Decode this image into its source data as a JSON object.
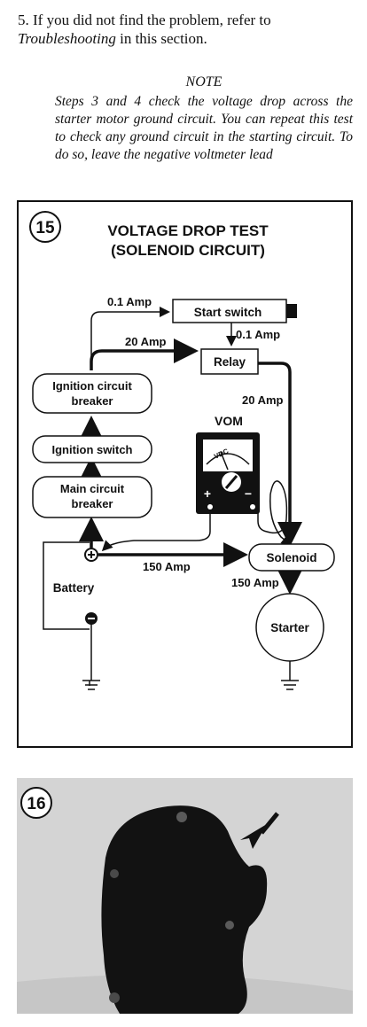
{
  "text": {
    "step5_number": "5.",
    "step5_a": " If you did not find the problem, refer to ",
    "step5_link": "Troubleshooting",
    "step5_b": " in this section.",
    "note_heading": "NOTE",
    "note_body": "Steps 3 and 4 check the voltage drop across the starter motor ground circuit. You can repeat this test to check any ground circuit in the starting circuit. To do so, leave the negative voltmeter lead"
  },
  "figure15": {
    "number": "15",
    "title_line1": "VOLTAGE DROP TEST",
    "title_line2": "(SOLENOID CIRCUIT)",
    "boxes": {
      "start_switch": "Start switch",
      "relay": "Relay",
      "ignition_breaker_1": "Ignition circuit",
      "ignition_breaker_2": "breaker",
      "ignition_switch": "Ignition switch",
      "main_breaker_1": "Main circuit",
      "main_breaker_2": "breaker",
      "battery": "Battery",
      "solenoid": "Solenoid",
      "starter": "Starter"
    },
    "labels": {
      "amp_0_1_top": "0.1 Amp",
      "amp_0_1_relay": "0.1 Amp",
      "amp_20_top": "20 Amp",
      "amp_20_right": "20 Amp",
      "amp_150_main": "150 Amp",
      "amp_150_starter": "150 Amp",
      "vom": "VOM",
      "vdc": "VDC",
      "plus": "+",
      "minus": "−"
    }
  },
  "figure16": {
    "number": "16"
  }
}
